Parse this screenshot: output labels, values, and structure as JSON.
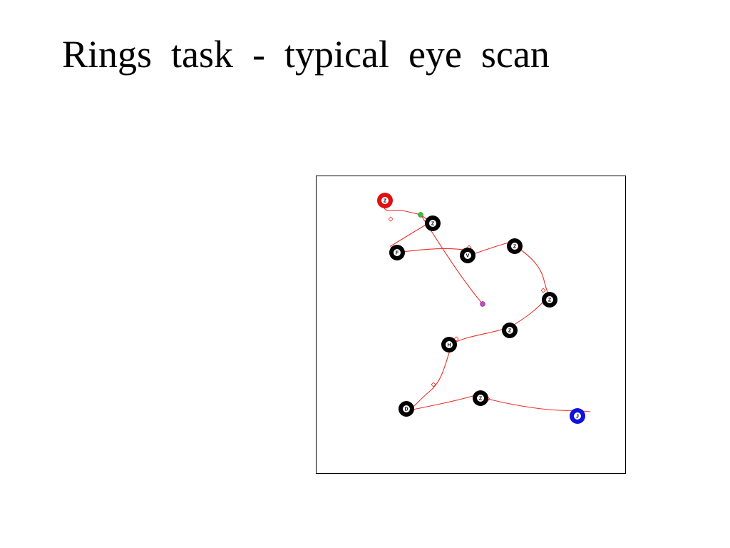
{
  "slide": {
    "title": "Rings  task  -  typical  eye  scan"
  },
  "colors": {
    "ring_default": "#000000",
    "ring_start": "#e01010",
    "ring_end": "#1010e0",
    "ring_inner": "#ffffff",
    "scan_path": "#e8302a",
    "fixation_start": "#2ec82e",
    "fixation_end": "#d040d0"
  },
  "rings": [
    {
      "label": "Z",
      "role": "start"
    },
    {
      "label": "Z",
      "role": "normal"
    },
    {
      "label": "F",
      "role": "normal"
    },
    {
      "label": "V",
      "role": "normal"
    },
    {
      "label": "Z",
      "role": "normal"
    },
    {
      "label": "Z",
      "role": "normal"
    },
    {
      "label": "Z",
      "role": "normal"
    },
    {
      "label": "H",
      "role": "normal"
    },
    {
      "label": "Z",
      "role": "normal"
    },
    {
      "label": "D",
      "role": "normal"
    },
    {
      "label": "J",
      "role": "end"
    }
  ],
  "markers": [
    {
      "name": "green-fixation-marker",
      "color_key": "fixation_start"
    },
    {
      "name": "magenta-fixation-marker",
      "color_key": "fixation_end"
    }
  ]
}
